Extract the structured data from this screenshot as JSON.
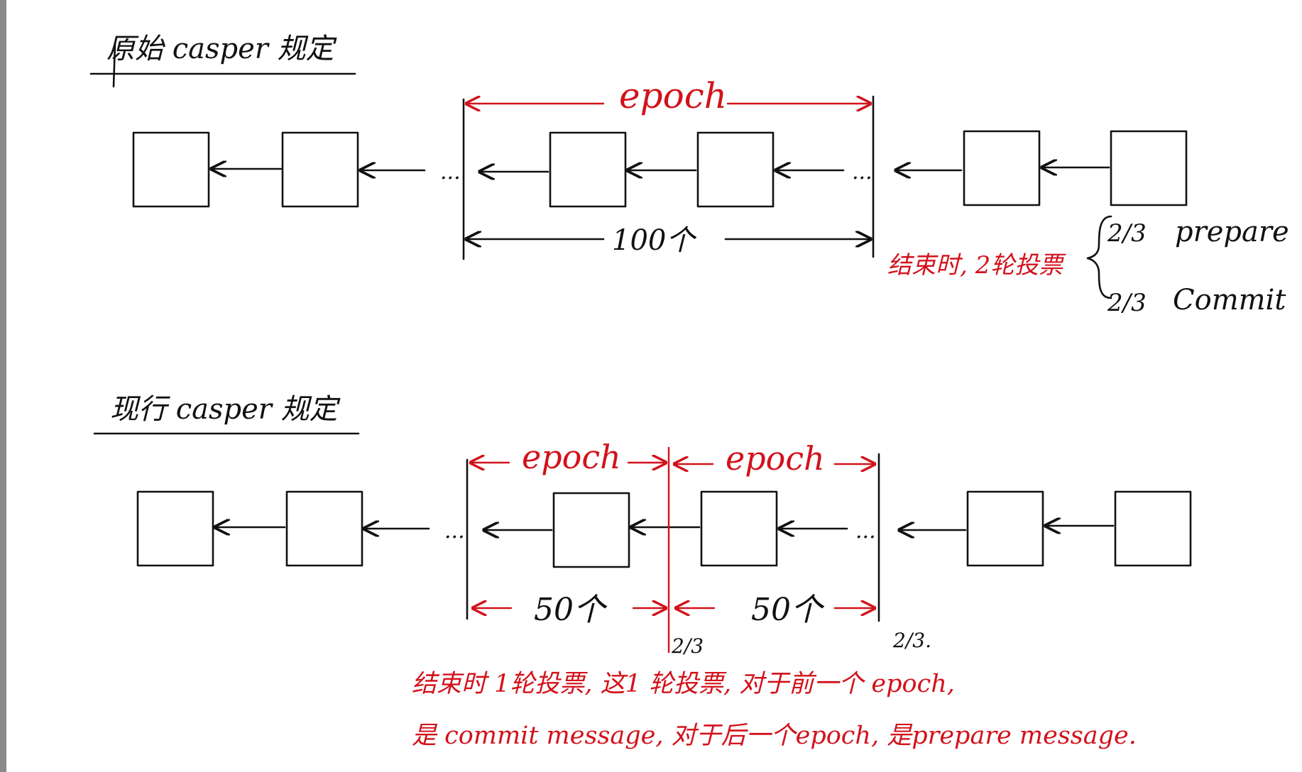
{
  "colors": {
    "ink": "#111111",
    "annotation": "#d2121b",
    "background": "#ffffff",
    "left_bar": "#8a8a8a"
  },
  "diagrams": {
    "original": {
      "title": "原始 casper 规定",
      "epoch_label": "epoch",
      "span_label": "100个",
      "ellipsis": "...",
      "brace_prefix": "结束时, 2轮投票",
      "vote_items": [
        {
          "fraction": "2/3",
          "label": "prepare"
        },
        {
          "fraction": "2/3",
          "label": "Commit"
        }
      ]
    },
    "current": {
      "title": "现行 casper 规定",
      "epoch_labels": [
        "epoch",
        "epoch"
      ],
      "span_labels": [
        "50个",
        "50个"
      ],
      "ellipsis": "...",
      "threshold_marks": [
        "2/3",
        "2/3."
      ],
      "note_lines": [
        "结束时 1轮投票, 这1 轮投票, 对于前一个 epoch,",
        "是 commit message, 对于后一个epoch, 是prepare message."
      ]
    }
  }
}
